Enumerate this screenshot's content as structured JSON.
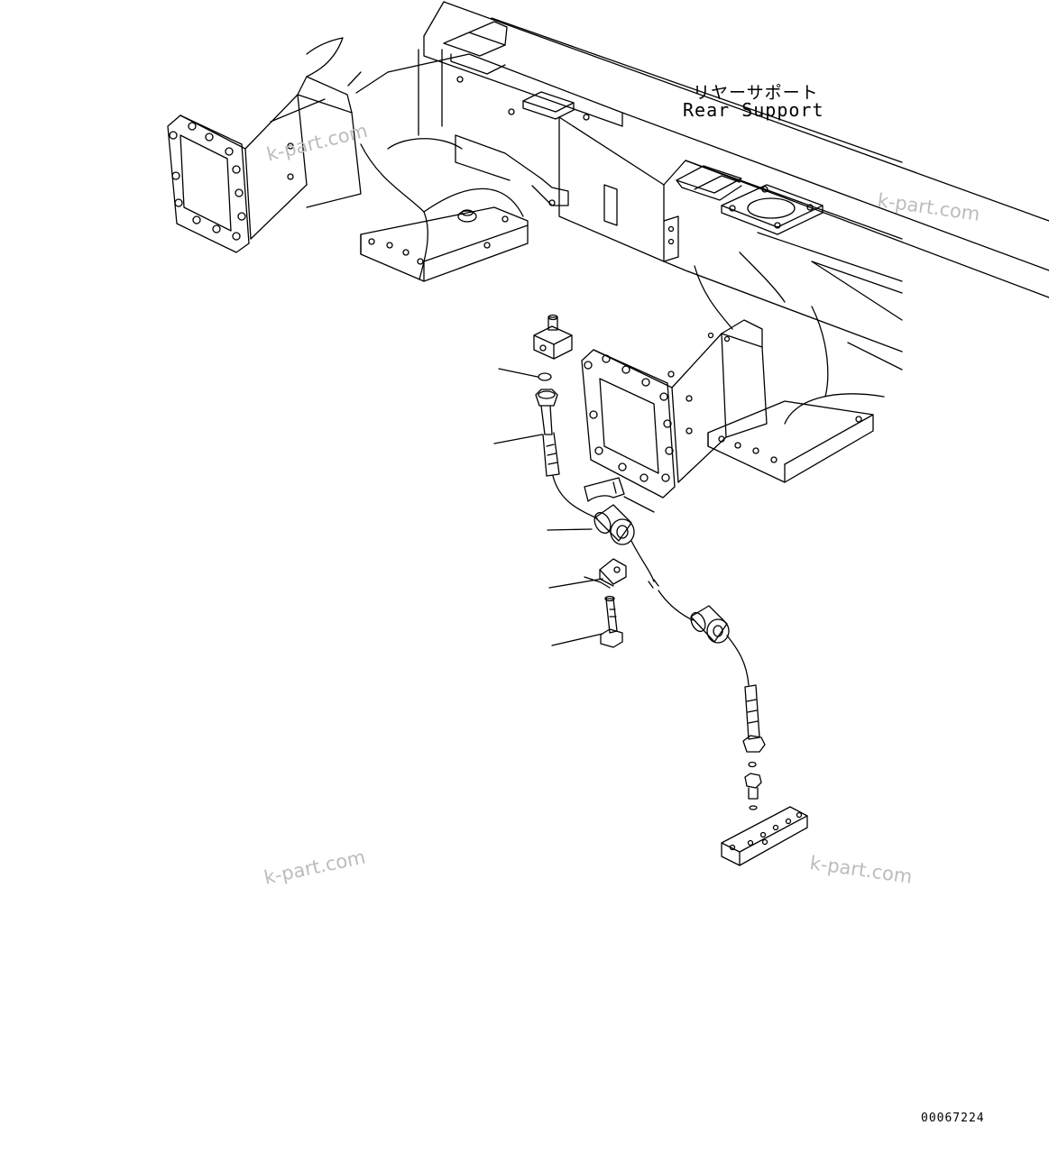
{
  "assembly_label": {
    "japanese": "リヤーサポート",
    "english": "Rear Support"
  },
  "drawing_number": "00067224",
  "watermark_text": "k-part.com",
  "line_color": "#000000",
  "watermark_color": "#bcbcbc"
}
